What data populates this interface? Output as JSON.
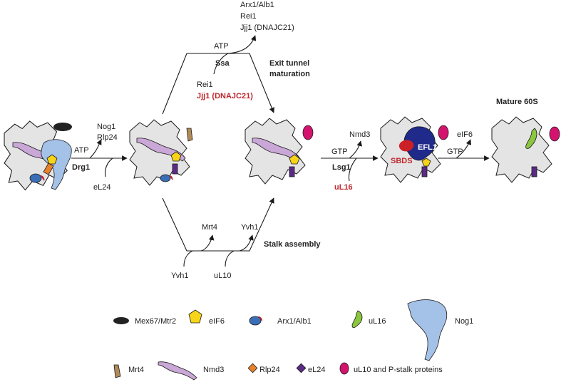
{
  "labels": {
    "arx_alb1_top": "Arx1/Alb1",
    "rei1_top": "Rei1",
    "jjj1_top": "Jjj1 (DNAJC21)",
    "atp_top": "ATP",
    "ssa": "Ssa",
    "rei1_mid": "Rei1",
    "jjj1_mid": "Jjj1 (DNAJC21)",
    "exit_tunnel_1": "Exit tunnel",
    "exit_tunnel_2": "maturation",
    "mature_60s": "Mature 60S",
    "nog1": "Nog1",
    "rlp24": "Rlp24",
    "atp_left": "ATP",
    "drg1": "Drg1",
    "el24": "eL24",
    "nmd3": "Nmd3",
    "gtp1": "GTP",
    "lsg1": "Lsg1",
    "ul16": "uL16",
    "efl1": "EFL1",
    "sbds": "SBDS",
    "eif6": "eIF6",
    "gtp2": "GTP",
    "mrt4": "Mrt4",
    "yvh1_arrow": "Yvh1",
    "stalk_assembly": "Stalk assembly",
    "yvh1_bottom": "Yvh1",
    "ul10": "uL10"
  },
  "legend": {
    "mex67": "Mex67/Mtr2",
    "eif6": "eIF6",
    "arx1": "Arx1/Alb1",
    "ul16": "uL16",
    "nog1": "Nog1",
    "mrt4": "Mrt4",
    "nmd3": "Nmd3",
    "rlp24": "Rlp24",
    "el24": "eL24",
    "ul10": "uL10 and P-stalk proteins"
  },
  "colors": {
    "ribosome": "#e4e4e4",
    "mex67": "#222222",
    "eif6": "#f7d417",
    "arx1_blue": "#3a6fb7",
    "arx1_red": "#c0282d",
    "ul16": "#8cc63f",
    "nog1": "#a4c2e8",
    "mrt4": "#b08a58",
    "nmd3": "#c9a7d6",
    "rlp24": "#e8822a",
    "el24": "#5b2a86",
    "ul10": "#d4136e",
    "efl1": "#1f2a8a",
    "sbds": "#cc2027",
    "red_text": "#c0282d"
  }
}
